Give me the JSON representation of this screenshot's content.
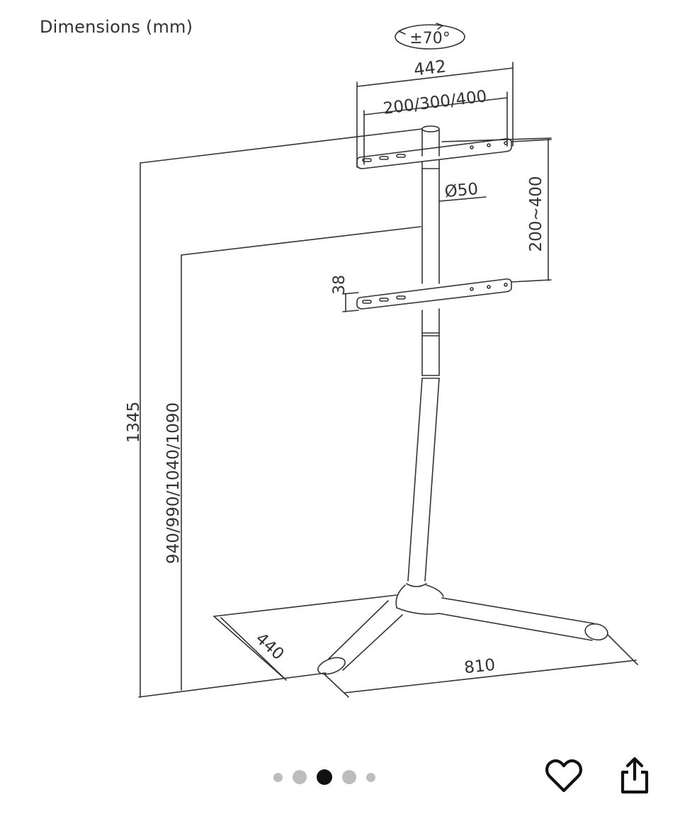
{
  "caption": "Dimensions (mm)",
  "dimensions": {
    "rotation": "±70°",
    "bracket_width": "442",
    "vesa_width": "200/300/400",
    "pole_diameter": "Ø50",
    "vesa_height": "200~400",
    "bracket_height": "38",
    "total_height": "1345",
    "adjustable_height": "940/990/1040/1090",
    "base_depth": "440",
    "base_width": "810"
  },
  "pager": {
    "count": 5,
    "active_index": 2
  },
  "actions": {
    "favorite_icon": "heart-outline-icon",
    "share_icon": "share-upload-icon"
  }
}
